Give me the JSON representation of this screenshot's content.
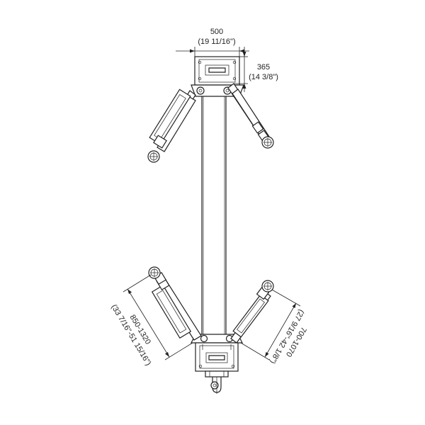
{
  "dimensions": {
    "top_width": {
      "metric": "500",
      "imperial": "(19 11/16\")"
    },
    "top_offset": {
      "metric": "365",
      "imperial": "(14 3/8\")"
    },
    "left_arm_range": {
      "metric": "850-1320",
      "imperial": "(33 7/16\"-51 15/16\")"
    },
    "right_arm_range": {
      "metric": "700-1070",
      "imperial": "(27 9/16\"-42 1/8\")"
    }
  }
}
